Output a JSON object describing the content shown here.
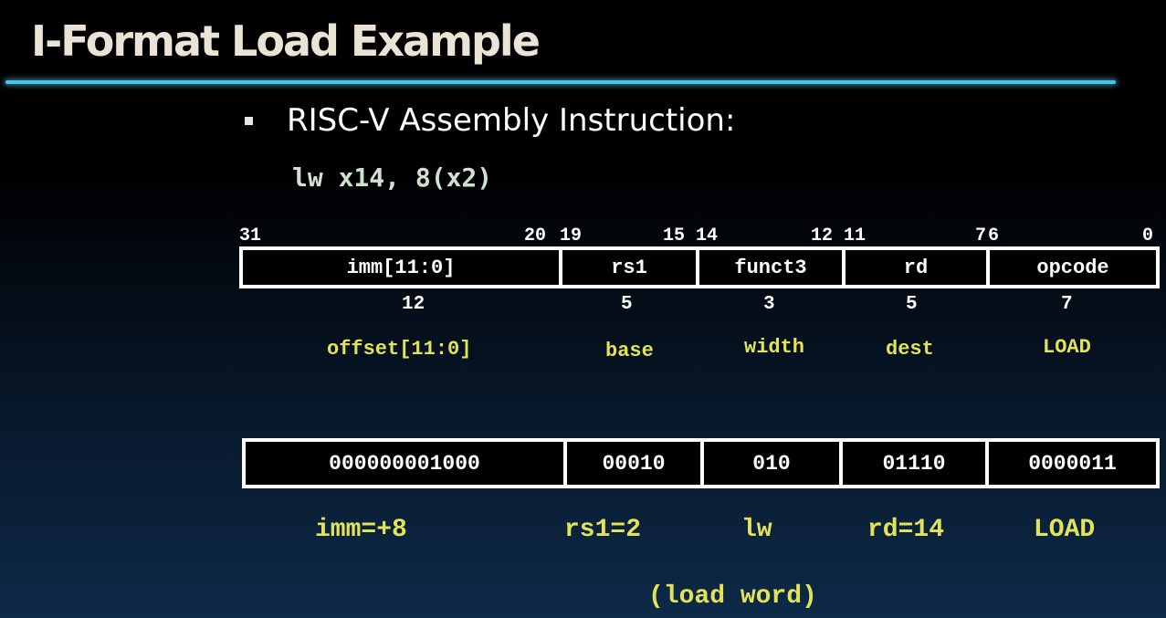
{
  "slide": {
    "title": "I-Format Load Example",
    "heading": "RISC-V Assembly Instruction:",
    "instruction": "lw x14, 8(x2)"
  },
  "format": {
    "bit_positions": [
      "31",
      "20",
      "19",
      "15",
      "14",
      "12",
      "11",
      "7",
      "6",
      "0"
    ],
    "fields": [
      {
        "label": "imm[11:0]",
        "width": "12",
        "meaning": "offset[11:0]"
      },
      {
        "label": "rs1",
        "width": "5",
        "meaning": "base"
      },
      {
        "label": "funct3",
        "width": "3",
        "meaning": "width"
      },
      {
        "label": "rd",
        "width": "5",
        "meaning": "dest"
      },
      {
        "label": "opcode",
        "width": "7",
        "meaning": "LOAD"
      }
    ]
  },
  "encoding": {
    "fields": [
      {
        "bits": "000000001000",
        "decoded": "imm=+8"
      },
      {
        "bits": "00010",
        "decoded": "rs1=2"
      },
      {
        "bits": "010",
        "decoded": "lw"
      },
      {
        "bits": "01110",
        "decoded": "rd=14"
      },
      {
        "bits": "0000011",
        "decoded": "LOAD"
      }
    ],
    "note": "(load word)"
  }
}
